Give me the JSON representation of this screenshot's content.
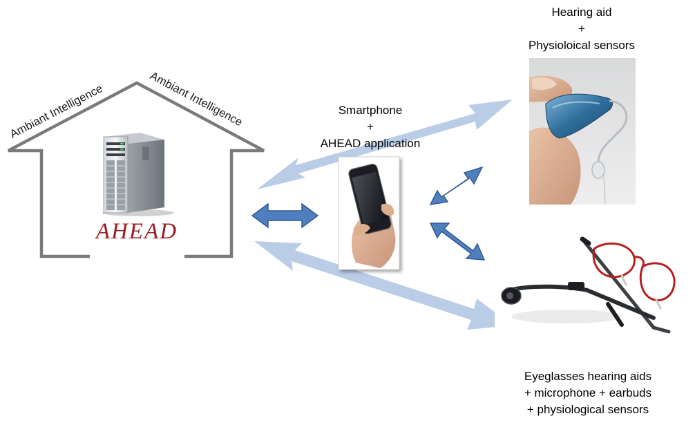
{
  "house": {
    "roof_label_left": "Ambiant Intelligence",
    "roof_label_right": "Ambiant Intelligence",
    "system_name": "AHEAD"
  },
  "smartphone": {
    "line1": "Smartphone",
    "line2": "+",
    "line3": "AHEAD application"
  },
  "hearing_aid": {
    "line1": "Hearing aid",
    "line2": "+",
    "line3": "Physioloical sensors"
  },
  "eyeglasses": {
    "line1": "Eyeglasses hearing aids",
    "line2": "+ microphone + earbuds",
    "line3": "+ physiological sensors"
  },
  "colors": {
    "house_outline": "#7a7a7a",
    "dark_arrow": "#4f7fbf",
    "light_arrow": "#b9cde6",
    "brand_text": "#9b1b1f"
  }
}
